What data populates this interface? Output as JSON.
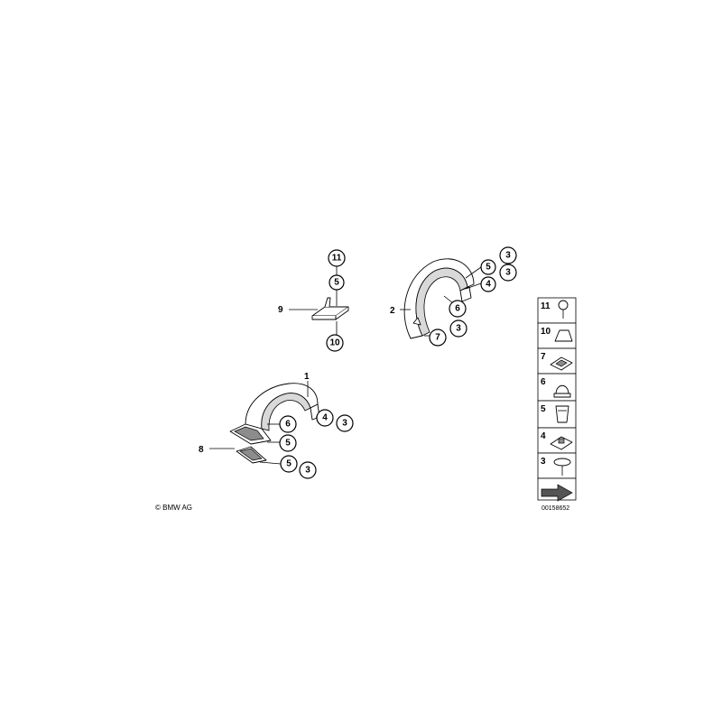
{
  "parts": {
    "p1": "1",
    "p2": "2",
    "p3": "3",
    "p4": "4",
    "p5": "5",
    "p6": "6",
    "p7": "7",
    "p8": "8",
    "p9": "9",
    "p10": "10",
    "p11": "11"
  },
  "legend": {
    "items": [
      "11",
      "10",
      "7",
      "6",
      "5",
      "4",
      "3"
    ]
  },
  "copyright": "© BMW AG",
  "diagram_id": "00158652"
}
